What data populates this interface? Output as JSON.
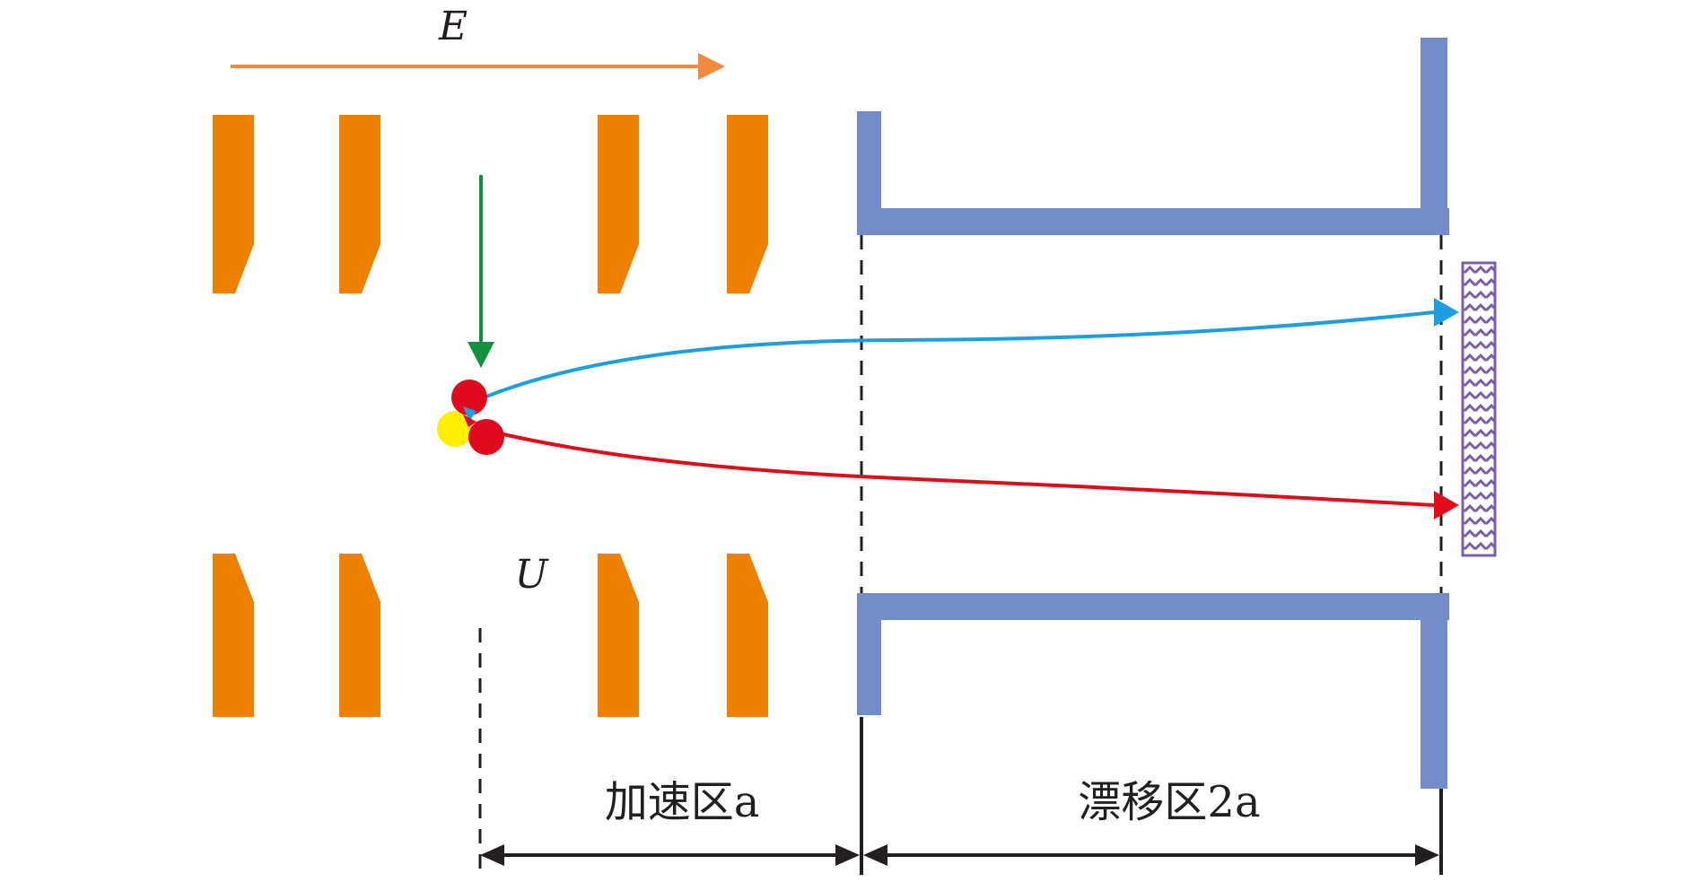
{
  "labels": {
    "field": "E",
    "voltage": "U",
    "accel_region": "加速区a",
    "drift_region": "漂移区2a"
  },
  "colors": {
    "field_arrow": "#f0883d",
    "electrode": "#ed8000",
    "drift_tube": "#738bc8",
    "laser": "#13913c",
    "ion_light": "#1b9fe2",
    "ion_heavy": "#e50a18",
    "atom_red": "#e0081c",
    "atom_yellow": "#ffef00",
    "detector": "#7a60a8",
    "dimension": "#231f20"
  }
}
